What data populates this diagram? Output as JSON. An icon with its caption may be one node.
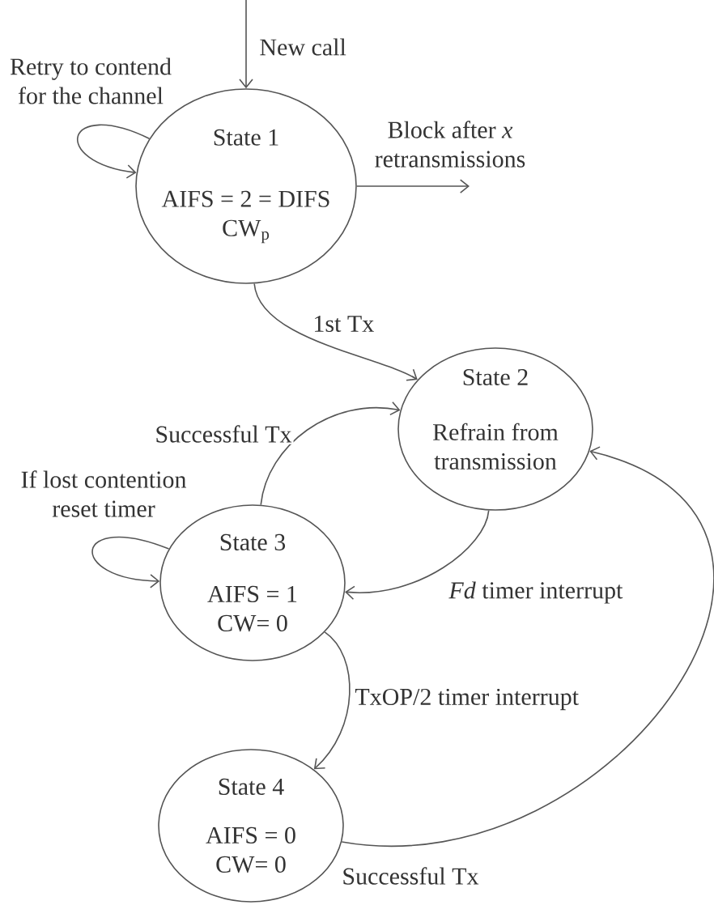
{
  "diagram": {
    "nodes": [
      {
        "text": [
          "State 1",
          "AIFS = 2 = DIFS CW$_{p}$"
        ]
      },
      {
        "text": [
          "State 2",
          "Refrain from transmission"
        ]
      },
      {
        "text": [
          "State 3",
          "AIFS = 1 CW= 0"
        ]
      },
      {
        "text": [
          "State 4",
          "AIFS = 0 CW= 0"
        ]
      }
    ],
    "edges": [
      {
        "from": null,
        "to": 0,
        "arrow": "to",
        "label": "New call"
      },
      {
        "from": 0,
        "to": 0,
        "arrow": "to",
        "label": "Retry to contend for the channel"
      },
      {
        "from": 0,
        "to": null,
        "arrow": "to",
        "label": "Block after *x* retransmissions"
      },
      {
        "from": 0,
        "to": 1,
        "arrow": "to",
        "label": "1st Tx"
      },
      {
        "from": 2,
        "to": 1,
        "arrow": "to",
        "label": "Successful Tx"
      },
      {
        "from": 2,
        "to": 2,
        "arrow": "to",
        "label": "If lost contention reset timer"
      },
      {
        "from": 1,
        "to": 2,
        "arrow": "to",
        "label": "*Fd* timer interrupt"
      },
      {
        "from": 2,
        "to": 3,
        "arrow": "to",
        "label": "TxOP/2 timer interrupt"
      },
      {
        "from": 3,
        "to": 1,
        "arrow": "to",
        "label": "Successful Tx"
      }
    ]
  }
}
